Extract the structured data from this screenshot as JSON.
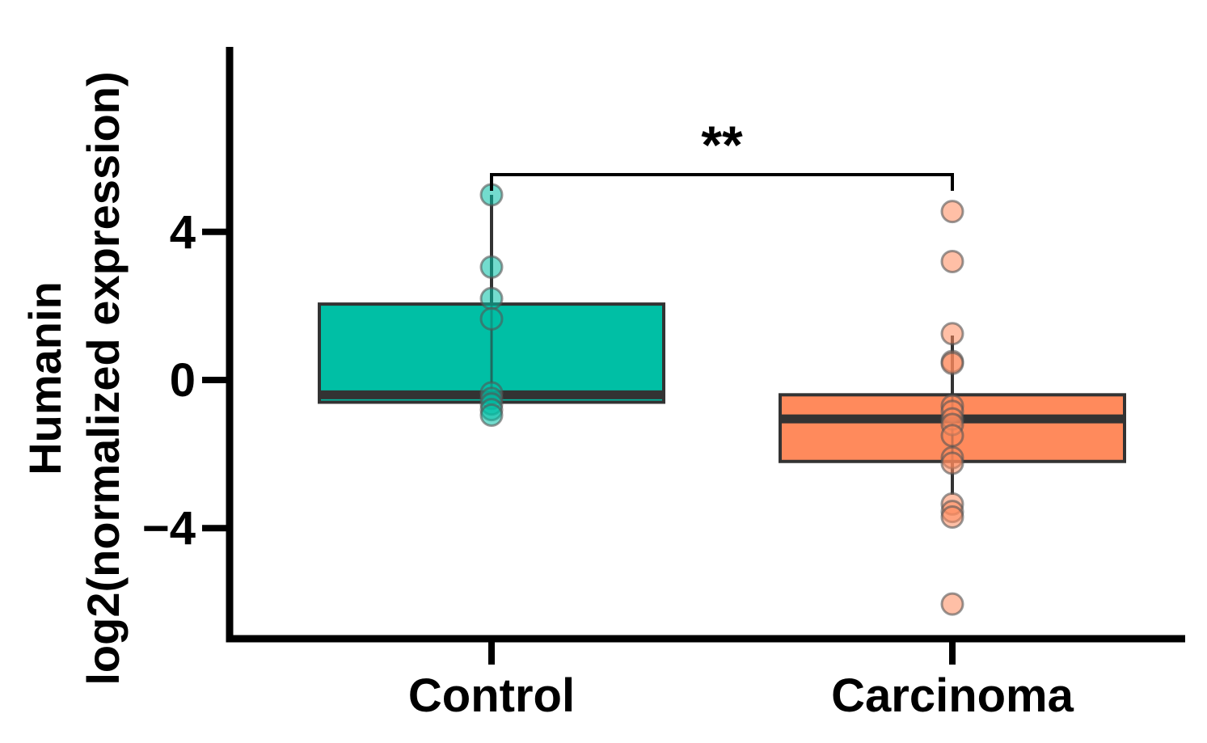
{
  "chart_data": {
    "type": "box",
    "ylabel_line1": "Humanin",
    "ylabel_line2": "log2(normalized expression)",
    "yticks": [
      "4",
      "0",
      "−4"
    ],
    "ytick_values": [
      4,
      0,
      -4
    ],
    "ylim": [
      -6.9,
      9.0
    ],
    "categories": [
      "Control",
      "Carcinoma"
    ],
    "series": [
      {
        "category": "Control",
        "color": "#00bfa5",
        "box": {
          "q1": -0.6,
          "median": -0.4,
          "q3": 2.05,
          "whisker_low": -0.6,
          "whisker_high": 5.0
        },
        "points": [
          5.0,
          3.05,
          2.2,
          1.65,
          -0.35,
          -0.5,
          -0.65,
          -0.8,
          -0.95
        ]
      },
      {
        "category": "Carcinoma",
        "color": "#ff8a5c",
        "box": {
          "q1": -2.2,
          "median": -1.05,
          "q3": -0.4,
          "whisker_low": -3.1,
          "whisker_high": 1.2
        },
        "points": [
          4.55,
          3.2,
          1.25,
          0.5,
          0.45,
          -0.7,
          -0.85,
          -1.05,
          -1.2,
          -1.5,
          -2.1,
          -2.25,
          -3.35,
          -3.55,
          -3.7,
          -6.05
        ]
      }
    ],
    "annotation": {
      "text": "**",
      "between": [
        "Control",
        "Carcinoma"
      ]
    },
    "grid": false
  }
}
